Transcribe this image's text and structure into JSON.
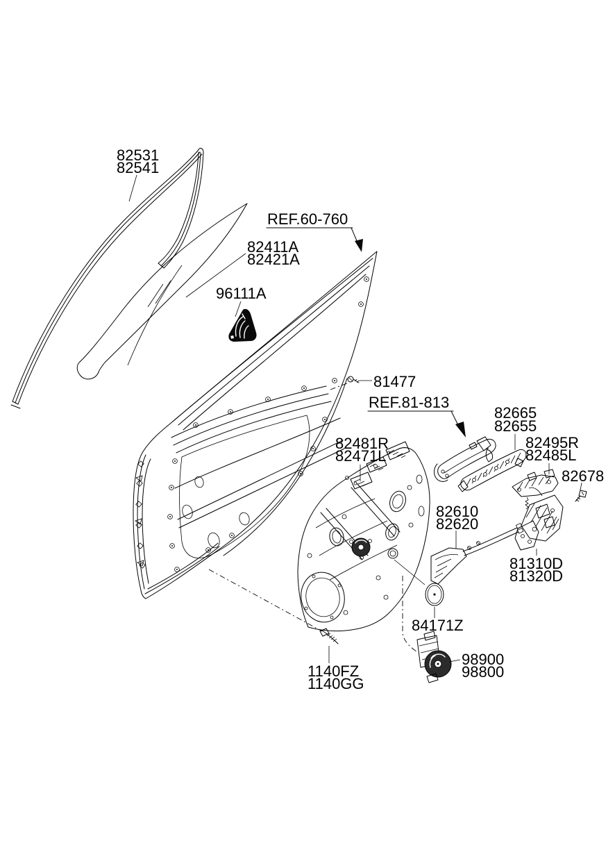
{
  "page": {
    "background": "#ffffff",
    "ink": "#000000"
  },
  "diagram": {
    "type": "vehicle-front-door-parts-diagram",
    "ref_links": {
      "door_panel": "REF.60-760",
      "locking_system": "REF.81-813"
    },
    "parts": {
      "glass_run_channel": {
        "line1": "82531",
        "line2": "82541"
      },
      "door_glass": {
        "line1": "82411A",
        "line2": "82421A"
      },
      "tweeter_cover": {
        "text": "96111A"
      },
      "sash_screw": {
        "text": "81477"
      },
      "outside_handle": {
        "line1": "82665",
        "line2": "82655"
      },
      "handle_base": {
        "line1": "82495R",
        "line2": "82485L"
      },
      "handle_screw": {
        "text": "82678"
      },
      "module_panel": {
        "line1": "82481R",
        "line2": "82471L"
      },
      "inside_handle": {
        "line1": "82610",
        "line2": "82620"
      },
      "door_latch": {
        "line1": "81310D",
        "line2": "81320D"
      },
      "grommet": {
        "text": "84171Z"
      },
      "regulator_motor": {
        "line1": "98900",
        "line2": "98800"
      },
      "mounting_bolt": {
        "line1": "1140FZ",
        "line2": "1140GG"
      }
    }
  }
}
